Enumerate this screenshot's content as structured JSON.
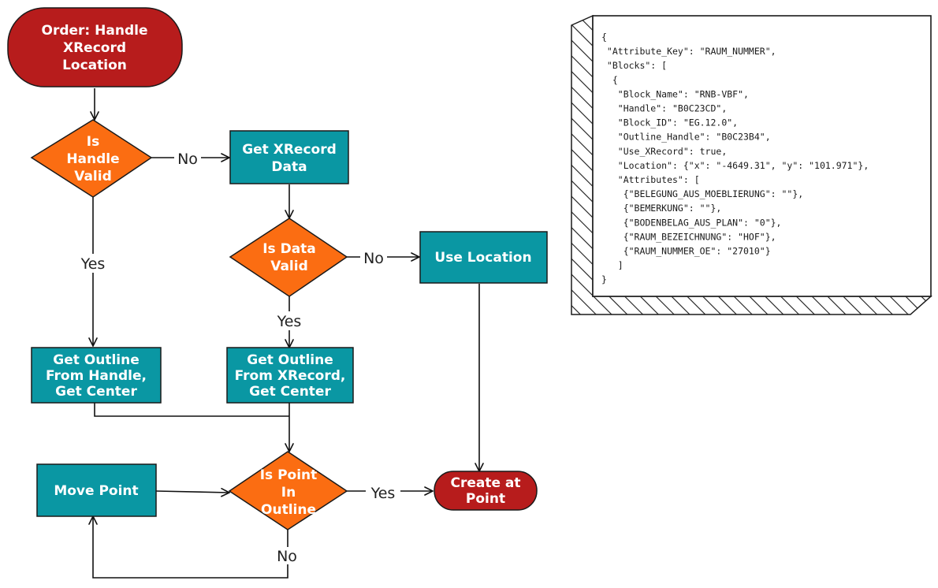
{
  "colors": {
    "terminal": "#b71c1c",
    "decision": "#fb6d12",
    "process": "#0a97a3",
    "stroke": "#1a1a1a",
    "edge": "#111111"
  },
  "nodes": {
    "order_start": {
      "lines": [
        "Order: Handle",
        "XRecord",
        "Location"
      ]
    },
    "handle_valid": {
      "lines": [
        "Is",
        "Handle",
        "Valid"
      ]
    },
    "get_xrecord": {
      "lines": [
        "Get XRecord",
        "Data"
      ]
    },
    "data_valid": {
      "lines": [
        "Is Data",
        "Valid"
      ]
    },
    "use_location": {
      "lines": [
        "Use Location"
      ]
    },
    "outline_handle": {
      "lines": [
        "Get Outline",
        "From Handle,",
        "Get Center"
      ]
    },
    "outline_xrecord": {
      "lines": [
        "Get Outline",
        "From XRecord,",
        "Get Center"
      ]
    },
    "move_point": {
      "lines": [
        "Move Point"
      ]
    },
    "point_in_outline": {
      "lines": [
        "Is Point",
        "In",
        "Outline"
      ]
    },
    "create_at_point": {
      "lines": [
        "Create at",
        "Point"
      ]
    }
  },
  "edge_labels": {
    "handle_no": "No",
    "handle_yes": "Yes",
    "data_no": "No",
    "data_yes": "Yes",
    "point_yes": "Yes",
    "point_no": "No"
  },
  "code_panel": {
    "lines": [
      "{",
      " \"Attribute_Key\": \"RAUM_NUMMER\",",
      " \"Blocks\": [",
      "  {",
      "   \"Block_Name\": \"RNB-VBF\",",
      "   \"Handle\": \"B0C23CD\",",
      "   \"Block_ID\": \"EG.12.0\",",
      "   \"Outline_Handle\": \"B0C23B4\",",
      "   \"Use_XRecord\": true,",
      "   \"Location\": {\"x\": \"-4649.31\", \"y\": \"101.971\"},",
      "   \"Attributes\": [",
      "    {\"BELEGUNG_AUS_MOEBLIERUNG\": \"\"},",
      "    {\"BEMERKUNG\": \"\"},",
      "    {\"BODENBELAG_AUS_PLAN\": \"0\"},",
      "    {\"RAUM_BEZEICHNUNG\": \"HOF\"},",
      "    {\"RAUM_NUMMER_OE\": \"27010\"}",
      "   ]",
      "}"
    ]
  }
}
